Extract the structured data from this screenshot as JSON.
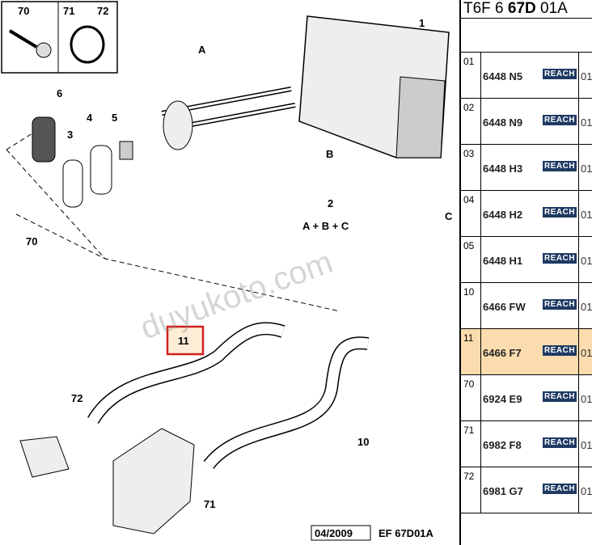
{
  "diagram": {
    "labels": {
      "n1": "1",
      "nA": "A",
      "nB": "B",
      "nC": "C",
      "n2": "2",
      "formula": "A + B + C",
      "n3": "3",
      "n4": "4",
      "n5": "5",
      "n6": "6",
      "n70": "70",
      "n71": "71",
      "n72": "72",
      "n10": "10",
      "n11": "11",
      "n70b": "70",
      "n71b": "71",
      "n72b": "72"
    },
    "watermark": "duyukoto.com",
    "footer_date": "04/2009",
    "footer_code": "EF 67D01A",
    "highlight_color": "#d02020"
  },
  "panel": {
    "title_pre": "T6F 6 ",
    "title_bold": "67D",
    "title_post": " 01A",
    "rows": [
      {
        "idx": "01",
        "ref": "6448 N5",
        "badge": "REACH",
        "qty": "01"
      },
      {
        "idx": "02",
        "ref": "6448 N9",
        "badge": "REACH",
        "qty": "01"
      },
      {
        "idx": "03",
        "ref": "6448 H3",
        "badge": "REACH",
        "qty": "01"
      },
      {
        "idx": "04",
        "ref": "6448 H2",
        "badge": "REACH",
        "qty": "01"
      },
      {
        "idx": "05",
        "ref": "6448 H1",
        "badge": "REACH",
        "qty": "01"
      },
      {
        "idx": "10",
        "ref": "6466 FW",
        "badge": "REACH",
        "qty": "01"
      },
      {
        "idx": "11",
        "ref": "6466 F7",
        "badge": "REACH",
        "qty": "01",
        "selected": true
      },
      {
        "idx": "70",
        "ref": "6924 E9",
        "badge": "REACH",
        "qty": "01"
      },
      {
        "idx": "71",
        "ref": "6982 F8",
        "badge": "REACH",
        "qty": "01"
      },
      {
        "idx": "72",
        "ref": "6981 G7",
        "badge": "REACH",
        "qty": "01"
      }
    ]
  }
}
